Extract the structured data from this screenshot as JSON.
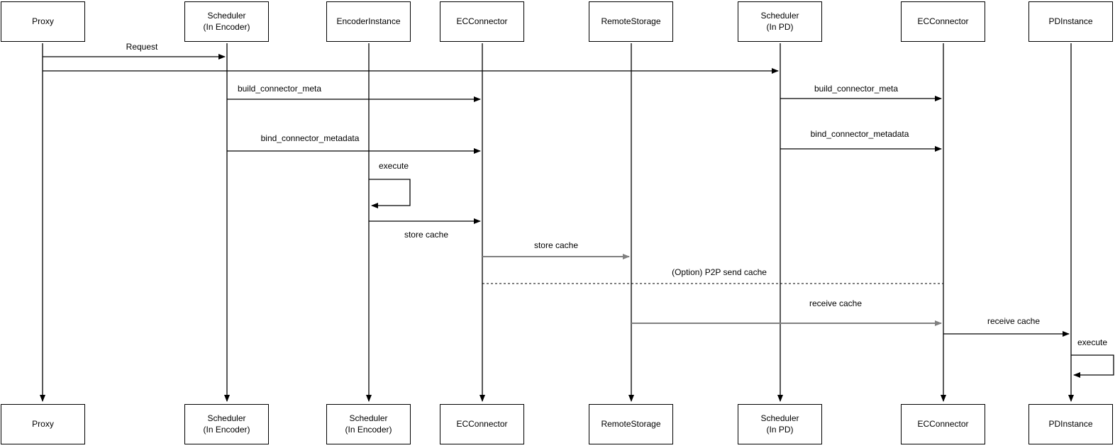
{
  "diagram": {
    "type": "uml-sequence",
    "colors": {
      "background": "#ffffff",
      "line": "#000000",
      "gray_line": "#808080",
      "box_fill": "#ffffff",
      "box_border": "#000000",
      "text": "#000000"
    },
    "participants": {
      "top": [
        {
          "label": "Proxy"
        },
        {
          "label": "Scheduler\n(In Encoder)"
        },
        {
          "label": "EncoderInstance"
        },
        {
          "label": "ECConnector"
        },
        {
          "label": "RemoteStorage"
        },
        {
          "label": "Scheduler\n(In PD)"
        },
        {
          "label": "ECConnector"
        },
        {
          "label": "PDInstance"
        }
      ],
      "bottom": [
        {
          "label": "Proxy"
        },
        {
          "label": "Scheduler\n(In Encoder)"
        },
        {
          "label": "Scheduler\n(In Encoder)"
        },
        {
          "label": "ECConnector"
        },
        {
          "label": "RemoteStorage"
        },
        {
          "label": "Scheduler\n(In PD)"
        },
        {
          "label": "ECConnector"
        },
        {
          "label": "PDInstance"
        }
      ]
    },
    "messages": [
      {
        "label": "Request",
        "from": "Proxy",
        "to": "Scheduler (In Encoder)",
        "style": "solid-black"
      },
      {
        "label": "",
        "from": "Proxy",
        "to": "Scheduler (In PD)",
        "style": "solid-black"
      },
      {
        "label": "build_connector_meta",
        "from": "Scheduler (In Encoder)",
        "to": "ECConnector",
        "style": "solid-black"
      },
      {
        "label": "bind_connector_metadata",
        "from": "Scheduler (In Encoder)",
        "to": "ECConnector",
        "style": "solid-black"
      },
      {
        "label": "execute",
        "from": "EncoderInstance",
        "to": "EncoderInstance",
        "style": "self-loop"
      },
      {
        "label": "store cache",
        "from": "EncoderInstance",
        "to": "ECConnector",
        "style": "solid-black"
      },
      {
        "label": "store cache",
        "from": "ECConnector",
        "to": "RemoteStorage",
        "style": "solid-gray"
      },
      {
        "label": "(Option) P2P send cache",
        "from": "ECConnector",
        "to": "ECConnector (PD side)",
        "style": "dashed-black"
      },
      {
        "label": "receive cache",
        "from": "RemoteStorage",
        "to": "ECConnector (PD side)",
        "style": "solid-gray"
      },
      {
        "label": "receive cache",
        "from": "ECConnector (PD side)",
        "to": "PDInstance",
        "style": "solid-black"
      },
      {
        "label": "execute",
        "from": "PDInstance",
        "to": "PDInstance",
        "style": "self-loop"
      },
      {
        "label": "build_connector_meta",
        "from": "Scheduler (In PD)",
        "to": "ECConnector (PD side)",
        "style": "solid-black"
      },
      {
        "label": "bind_connector_metadata",
        "from": "Scheduler (In PD)",
        "to": "ECConnector (PD side)",
        "style": "solid-black"
      }
    ]
  }
}
